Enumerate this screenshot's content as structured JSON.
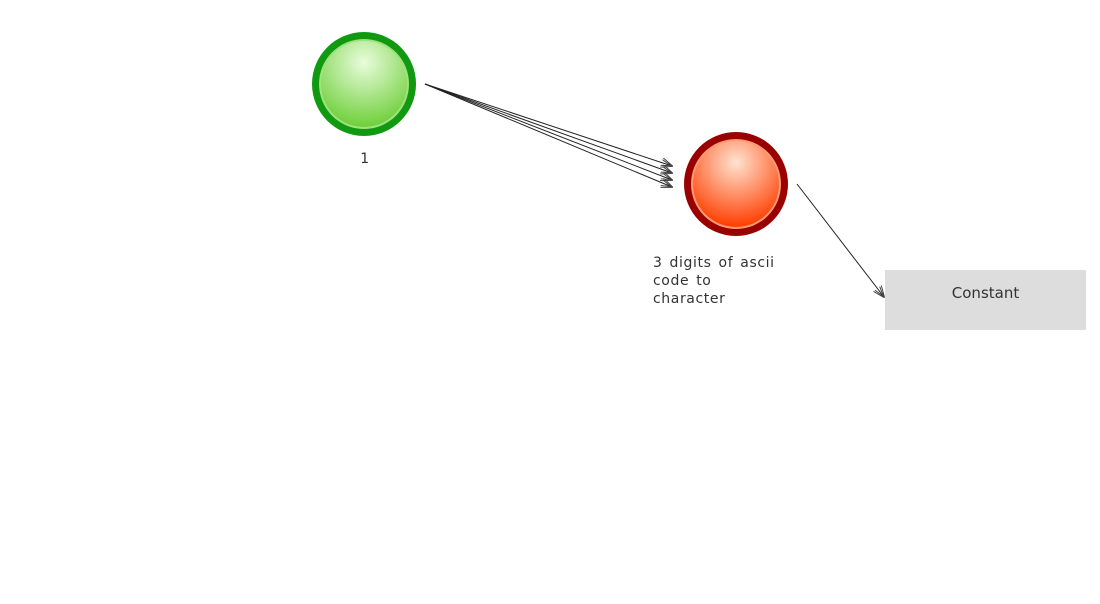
{
  "diagram": {
    "nodes": {
      "start": {
        "label": "1",
        "fill_light": "#d8f7c4",
        "fill_dark": "#6fcf3a",
        "stroke": "#119a11"
      },
      "process": {
        "label_lines": [
          "3 digits of ascii",
          "code to",
          "character"
        ],
        "fill_light": "#ffd9c2",
        "fill_dark": "#ff3d00",
        "stroke": "#990000"
      },
      "constant": {
        "label": "Constant",
        "fill": "#dddddd"
      }
    },
    "edges": [
      {
        "from": "start",
        "to": "process",
        "count": 4
      },
      {
        "from": "process",
        "to": "constant",
        "count": 1
      }
    ]
  }
}
